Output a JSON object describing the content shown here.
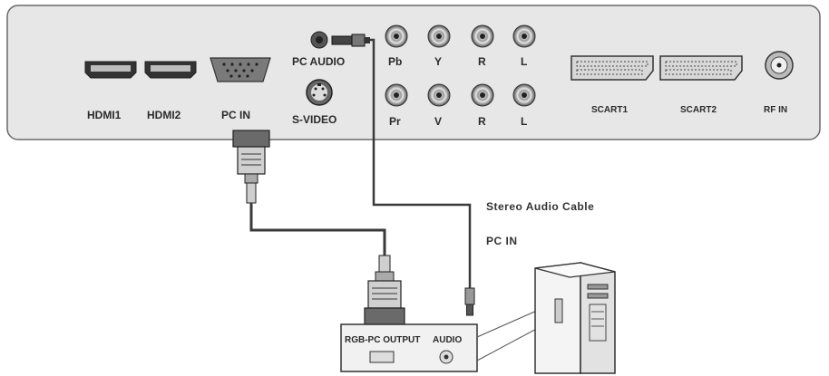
{
  "panel": {
    "hdmi1": "HDMI1",
    "hdmi2": "HDMI2",
    "pc_in": "PC  IN",
    "pc_audio": "PC AUDIO",
    "s_video": "S-VIDEO",
    "pb": "Pb",
    "y": "Y",
    "r_top": "R",
    "l_top": "L",
    "pr": "Pr",
    "v": "V",
    "r_bottom": "R",
    "l_bottom": "L",
    "scart1": "SCART1",
    "scart2": "SCART2",
    "rf_in": "RF IN"
  },
  "annotations": {
    "stereo_cable": "Stereo Audio Cable",
    "pc_in": "PC  IN"
  },
  "computer": {
    "rgb_output": "RGB-PC OUTPUT",
    "audio": "AUDIO"
  }
}
